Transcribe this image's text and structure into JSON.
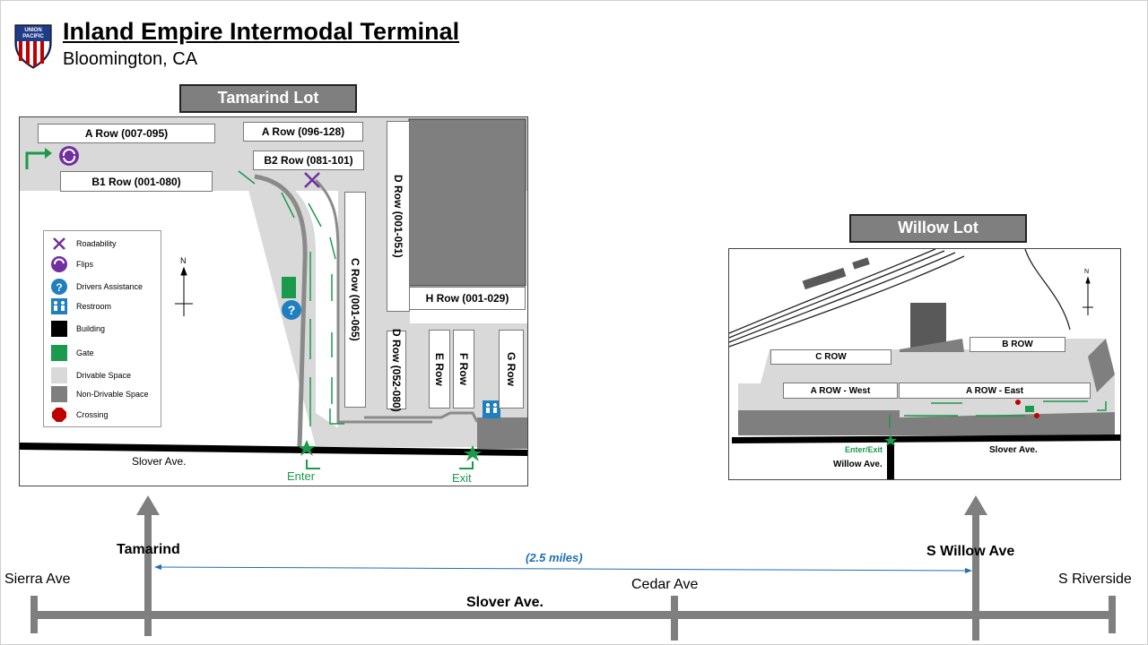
{
  "header": {
    "title": "Inland Empire Intermodal Terminal",
    "subtitle": "Bloomington,  CA",
    "logo_text": "UNION PACIFIC"
  },
  "tamarind": {
    "label": "Tamarind Lot",
    "rows": {
      "a1": "A Row (007-095)",
      "a2": "A Row (096-128)",
      "b2": "B2 Row (081-101)",
      "b1": "B1 Row (001-080)",
      "d1": "D Row (001-051)",
      "c": "C Row (001-065)",
      "h": "H Row (001-029)",
      "d2": "D Row (052-080)",
      "e": "E Row",
      "f": "F Row",
      "g": "G Row"
    },
    "road": "Slover Ave.",
    "enter": "Enter",
    "exit": "Exit",
    "north": "N",
    "legend": [
      {
        "label": "Roadability",
        "icon": "wrench-icon"
      },
      {
        "label": "Flips",
        "icon": "flip-icon"
      },
      {
        "label": "Drivers Assistance",
        "icon": "question-icon"
      },
      {
        "label": "Restroom",
        "icon": "restroom-icon"
      },
      {
        "label": "Building",
        "icon": "building-swatch"
      },
      {
        "label": "Gate",
        "icon": "gate-swatch"
      },
      {
        "label": "Drivable Space",
        "icon": "drivable-swatch"
      },
      {
        "label": "Non-Drivable Space",
        "icon": "nondrivable-swatch"
      },
      {
        "label": "Crossing",
        "icon": "crossing-icon"
      }
    ],
    "restroom_caption": "RESTROOM"
  },
  "willow": {
    "label": "Willow Lot",
    "rows": {
      "c": "C ROW",
      "b": "B ROW",
      "a_west": "A ROW - West",
      "a_east": "A ROW - East"
    },
    "enter_exit": "Enter/Exit",
    "road": "Slover Ave.",
    "cross_street": "Willow Ave.",
    "north": "N"
  },
  "overview": {
    "streets": {
      "sierra": "Sierra Ave",
      "tamarind": "Tamarind",
      "cedar": "Cedar Ave",
      "willow": "S Willow Ave",
      "riverside": "S Riverside"
    },
    "road": "Slover Ave.",
    "distance": "(2.5 miles)"
  },
  "colors": {
    "drivable": "#d9d9d9",
    "non_drivable": "#7f7f7f",
    "gate": "#1a9a4a",
    "flip": "#7030a0",
    "assist": "#1f7fbf",
    "crossing": "#c00000",
    "distance": "#1f6fb4"
  }
}
